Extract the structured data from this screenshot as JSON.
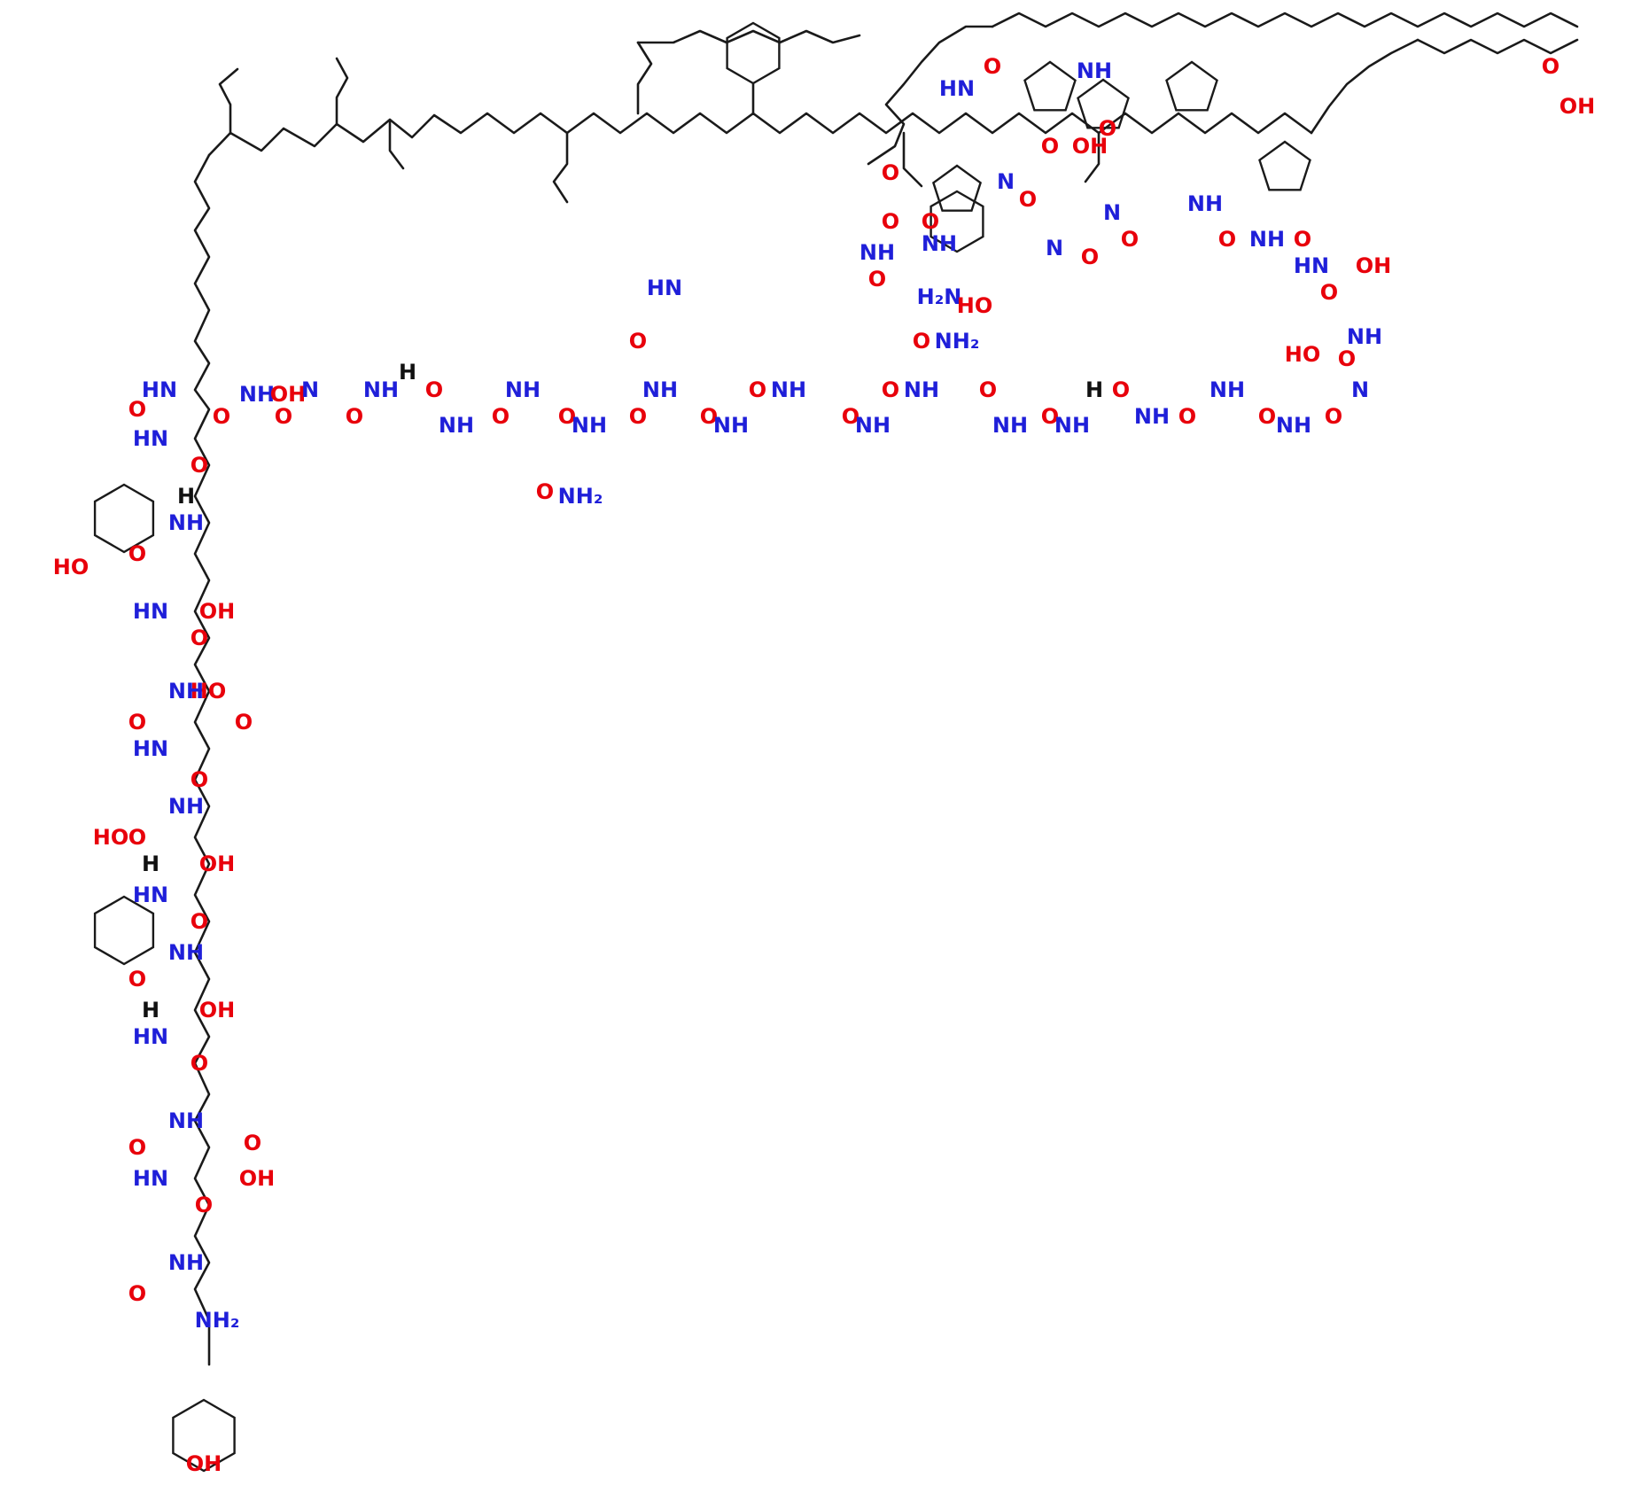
{
  "colors": {
    "oxygen": "#e8000b",
    "nitrogen": "#1f1fd9",
    "carbon": "#111111",
    "bond": "#1a1a1a"
  },
  "labels": {
    "O": "O",
    "OH": "OH",
    "HO": "HO",
    "NH": "NH",
    "HN": "HN",
    "H": "H",
    "N": "N",
    "NH2": "NH₂",
    "H2N": "H₂N"
  }
}
